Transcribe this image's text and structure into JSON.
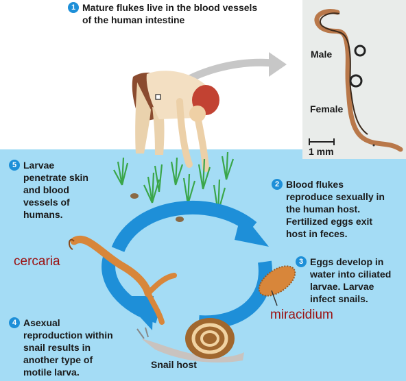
{
  "steps": [
    {
      "num": "1",
      "text": [
        "Mature flukes live in the blood vessels",
        "of the human intestine"
      ]
    },
    {
      "num": "2",
      "text": [
        "Blood flukes",
        "reproduce sexually in",
        "the human host.",
        "Fertilized eggs exit",
        "host in feces."
      ]
    },
    {
      "num": "3",
      "text": [
        "Eggs develop in",
        "water into ciliated",
        "larvae. Larvae",
        "infect snails."
      ]
    },
    {
      "num": "4",
      "text": [
        "Asexual",
        "reproduction within",
        "snail results in",
        "another type of",
        "motile larva."
      ]
    },
    {
      "num": "5",
      "text": [
        "Larvae",
        "penetrate skin",
        "and blood",
        "vessels of",
        "humans."
      ]
    }
  ],
  "labels": {
    "cercaria": "cercaria",
    "miracidium": "miracidium",
    "snail_host": "Snail host",
    "male": "Male",
    "female": "Female",
    "scale": "1 mm"
  },
  "colors": {
    "water": "#a4dcf5",
    "cycle_arrow": "#1e8fd8",
    "step_number": "#1d8fd8",
    "larva_label": "#9a1010",
    "larva": "#d8863a",
    "photo_bg": "#e9ecea"
  }
}
